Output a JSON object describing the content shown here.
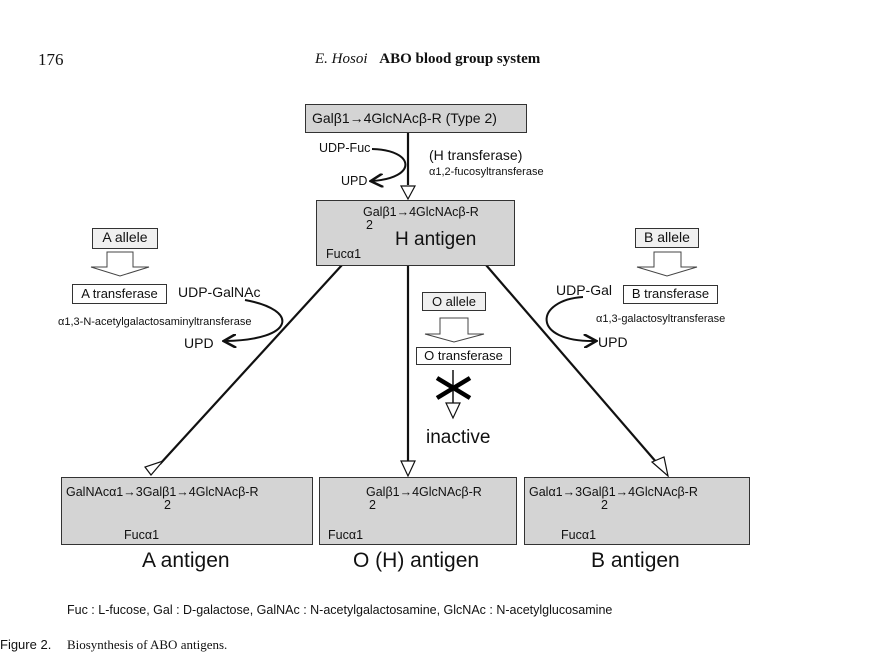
{
  "header": {
    "page_number": "176",
    "author": "E. Hosoi",
    "title": "ABO blood group system"
  },
  "diagram": {
    "precursor": "Galβ1→4GlcNAcβ-R (Type 2)",
    "h_step": {
      "donor": "UDP-Fuc",
      "product": "UPD",
      "enzyme_name": "(H transferase)",
      "enzyme_full": "α1,2-fucosyltransferase"
    },
    "h_antigen": {
      "chain": "Galβ1→4GlcNAcβ-R",
      "link_position": "2",
      "fucose": "Fucα1",
      "label": "H antigen"
    },
    "a_branch": {
      "allele": "A allele",
      "transferase": "A transferase",
      "donor": "UDP-GalNAc",
      "enzyme_full": "α1,3-N-acetylgalactosaminyltransferase",
      "product": "UPD"
    },
    "o_branch": {
      "allele": "O allele",
      "transferase": "O transferase",
      "result": "inactive"
    },
    "b_branch": {
      "allele": "B allele",
      "transferase": "B transferase",
      "donor": "UDP-Gal",
      "enzyme_full": "α1,3-galactosyltransferase",
      "product": "UPD"
    },
    "antigens": [
      {
        "chain": "GalNAcα1→3Galβ1→4GlcNAcβ-R",
        "link_position": "2",
        "fucose": "Fucα1",
        "label": "A antigen"
      },
      {
        "chain": "Galβ1→4GlcNAcβ-R",
        "link_position": "2",
        "fucose": "Fucα1",
        "label": "O (H) antigen"
      },
      {
        "chain": "Galα1→3Galβ1→4GlcNAcβ-R",
        "link_position": "2",
        "fucose": "Fucα1",
        "label": "B antigen"
      }
    ],
    "footnote": "Fuc : L-fucose, Gal : D-galactose, GalNAc : N-acetylgalactosamine, GlcNAc : N-acetylglucosamine"
  },
  "caption": {
    "figure_label": "Figure 2.",
    "text": "Biosynthesis of ABO antigens."
  }
}
